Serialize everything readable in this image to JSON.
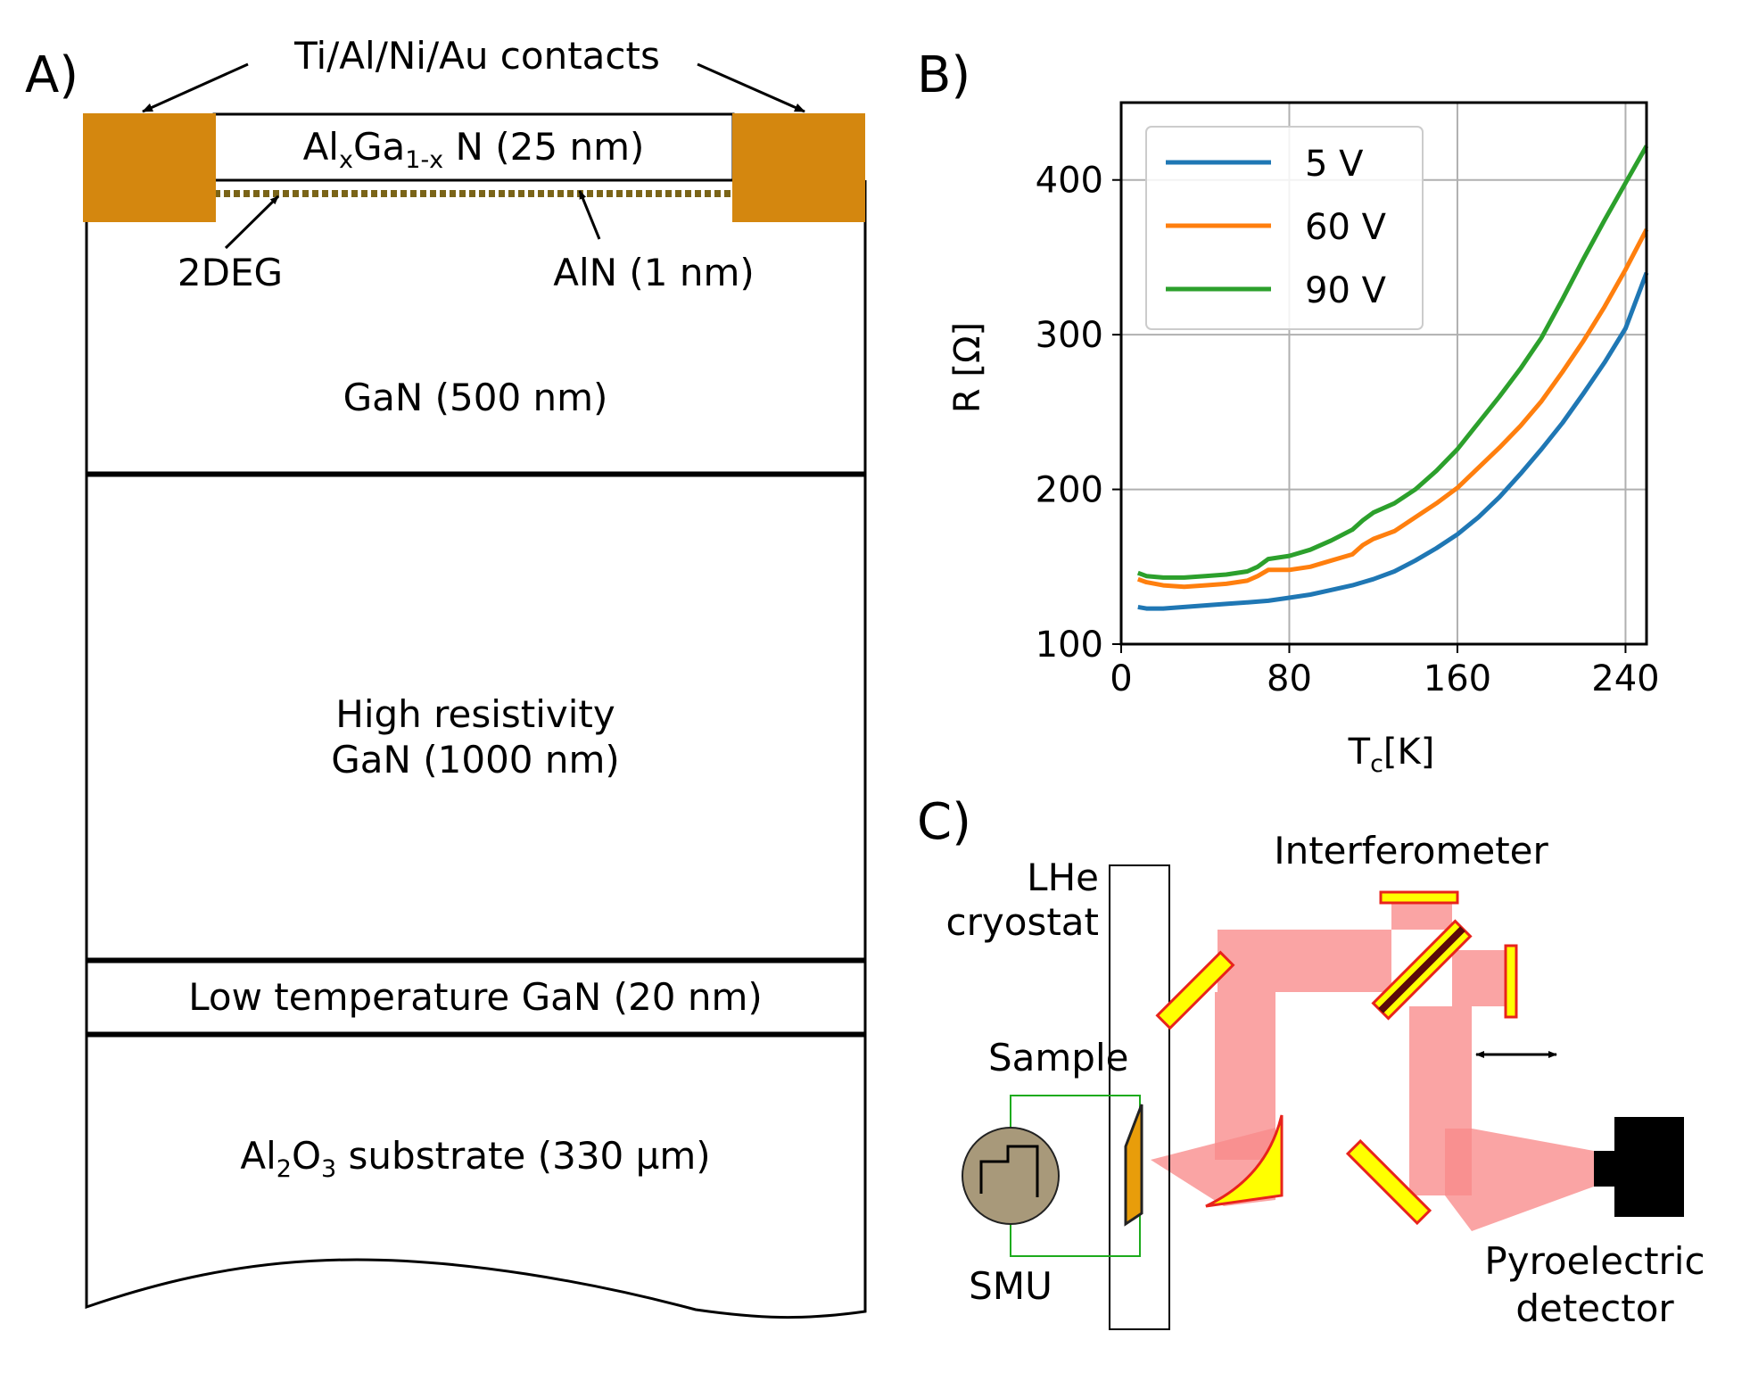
{
  "panel_a": {
    "panel_label": "A)",
    "contacts_label": "Ti/Al/Ni/Au contacts",
    "algan_label": {
      "el1": "Al",
      "sub1": "x",
      "el2": "Ga",
      "sub2": "1-x",
      "rest": "N (25 nm)"
    },
    "twodeg_label": "2DEG",
    "aln_label": "AlN (1 nm)",
    "gan_label": "GaN (500 nm)",
    "hr_gan_line1": "High resistivity",
    "hr_gan_line2": "GaN (1000 nm)",
    "lt_gan_label": "Low temperature GaN (20 nm)",
    "substrate_label": {
      "el1": "Al",
      "sub1": "2",
      "el2": "O",
      "sub2": "3",
      "rest": " substrate (330 µm)"
    },
    "colors": {
      "contact": "#d4870f",
      "twodeg": "#7a6418"
    }
  },
  "panel_b": {
    "panel_label": "B)",
    "xlabel_main": "T",
    "xlabel_sub": "c",
    "xlabel_unit": "[K]",
    "ylabel": "R [Ω]",
    "xticks": [
      "0",
      "80",
      "160",
      "240"
    ],
    "yticks": [
      "100",
      "200",
      "300",
      "400"
    ]
  },
  "chart_data": {
    "type": "line",
    "xlabel": "Tc [K]",
    "ylabel": "R [Ω]",
    "xlim": [
      0,
      250
    ],
    "ylim": [
      100,
      450
    ],
    "grid": true,
    "legend_position": "top-left",
    "series": [
      {
        "name": "5 V",
        "color": "#1f77b4",
        "x": [
          8,
          12,
          20,
          30,
          40,
          50,
          60,
          70,
          80,
          90,
          100,
          110,
          120,
          130,
          140,
          150,
          160,
          170,
          180,
          190,
          200,
          210,
          220,
          230,
          240,
          250
        ],
        "y": [
          124,
          123,
          123,
          124,
          125,
          126,
          127,
          128,
          130,
          132,
          135,
          138,
          142,
          147,
          154,
          162,
          171,
          182,
          195,
          210,
          226,
          243,
          262,
          282,
          304,
          340
        ]
      },
      {
        "name": "60 V",
        "color": "#ff7f0e",
        "x": [
          8,
          12,
          20,
          30,
          40,
          50,
          60,
          65,
          70,
          75,
          80,
          90,
          100,
          110,
          115,
          120,
          130,
          140,
          150,
          160,
          170,
          180,
          190,
          200,
          210,
          220,
          230,
          240,
          250
        ],
        "y": [
          142,
          140,
          138,
          137,
          138,
          139,
          141,
          144,
          148,
          148,
          148,
          150,
          154,
          158,
          164,
          168,
          173,
          182,
          191,
          201,
          214,
          227,
          241,
          257,
          276,
          296,
          318,
          342,
          368
        ]
      },
      {
        "name": "90 V",
        "color": "#2ca02c",
        "x": [
          8,
          12,
          20,
          30,
          40,
          50,
          60,
          65,
          70,
          75,
          80,
          90,
          100,
          110,
          115,
          120,
          130,
          140,
          150,
          160,
          170,
          180,
          190,
          200,
          210,
          220,
          230,
          240,
          250
        ],
        "y": [
          146,
          144,
          143,
          143,
          144,
          145,
          147,
          150,
          155,
          156,
          157,
          161,
          167,
          174,
          180,
          185,
          191,
          200,
          212,
          226,
          243,
          260,
          278,
          298,
          323,
          349,
          374,
          398,
          422
        ]
      }
    ]
  },
  "panel_c": {
    "panel_label": "C)",
    "cryostat_line1": "LHe",
    "cryostat_line2": "cryostat",
    "interferometer_label": "Interferometer",
    "sample_label": "Sample",
    "smu_label": "SMU",
    "detector_line1": "Pyroelectric",
    "detector_line2": "detector",
    "colors": {
      "beam": "#f98b8b",
      "mirror_fill": "#ffff00",
      "mirror_edge": "#e8231c",
      "smu": "#a8997a",
      "wire": "#1dab1d",
      "sample": "#e89d0a"
    }
  }
}
